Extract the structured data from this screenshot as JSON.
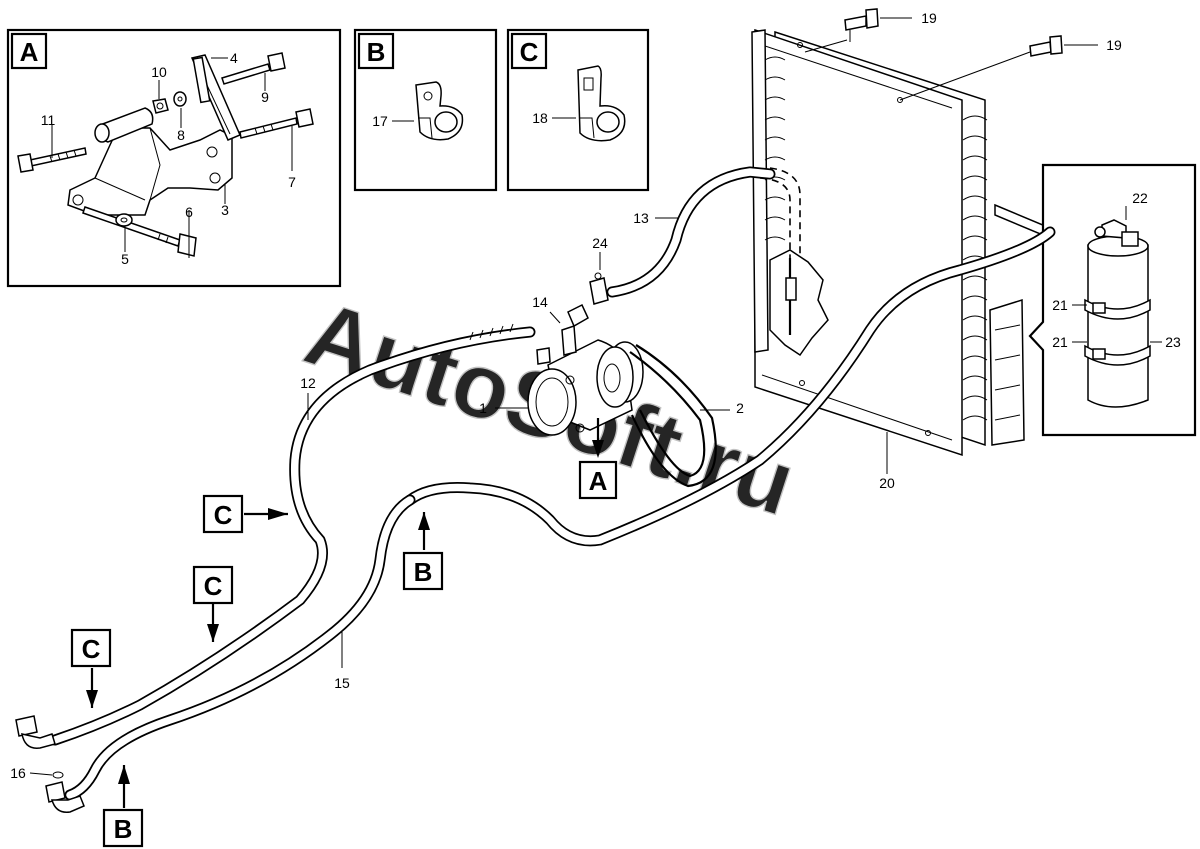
{
  "watermark": "AutoSoft.ru",
  "detail_boxes": [
    {
      "tag": "A",
      "parts": [
        "4",
        "10",
        "9",
        "11",
        "8",
        "7",
        "3",
        "6",
        "5"
      ]
    },
    {
      "tag": "B",
      "parts": [
        "17"
      ]
    },
    {
      "tag": "C",
      "parts": [
        "18"
      ]
    }
  ],
  "callouts": [
    "A",
    "B",
    "C"
  ],
  "part_numbers": [
    "1",
    "2",
    "12",
    "13",
    "14",
    "15",
    "16",
    "19",
    "20",
    "21",
    "22",
    "23",
    "24"
  ],
  "labels": {
    "p1": "1",
    "p2": "2",
    "p3": "3",
    "p4": "4",
    "p5": "5",
    "p6": "6",
    "p7": "7",
    "p8": "8",
    "p9": "9",
    "p10": "10",
    "p11": "11",
    "p12": "12",
    "p13": "13",
    "p14": "14",
    "p15": "15",
    "p16": "16",
    "p17": "17",
    "p18": "18",
    "p19": "19",
    "p20": "20",
    "p21": "21",
    "p22": "22",
    "p23": "23",
    "p24": "24",
    "tagA": "A",
    "tagB": "B",
    "tagC": "C"
  }
}
